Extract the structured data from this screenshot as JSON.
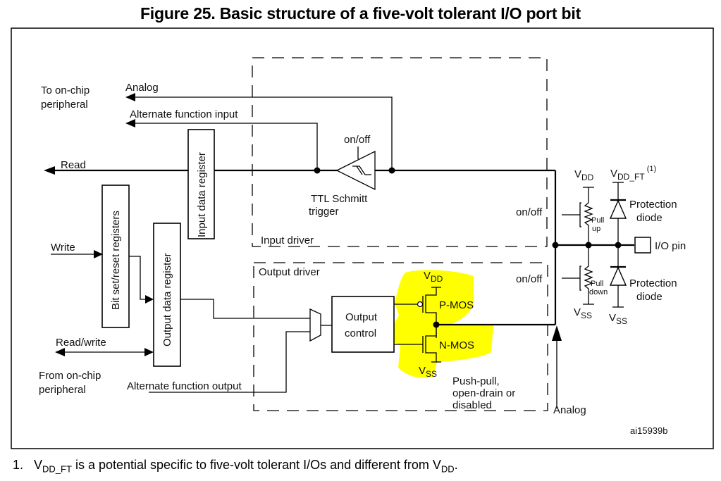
{
  "title": "Figure 25. Basic structure of a five-volt tolerant I/O port bit",
  "labels": {
    "to_on_chip_1": "To on-chip",
    "to_on_chip_2": "peripheral",
    "analog_in": "Analog",
    "alt_func_input": "Alternate function input",
    "read": "Read",
    "write": "Write",
    "read_write": "Read/write",
    "from_on_chip_1": "From on-chip",
    "from_on_chip_2": "peripheral",
    "alt_func_output": "Alternate function output",
    "input_data_register": "Input data register",
    "bit_set_reset": "Bit set/reset registers",
    "output_data_register": "Output data register",
    "on_off_schmitt": "on/off",
    "ttl_schmitt_1": "TTL Schmitt",
    "ttl_schmitt_2": "trigger",
    "input_driver": "Input driver",
    "output_driver": "Output driver",
    "output_control_1": "Output",
    "output_control_2": "control",
    "vdd": "V",
    "vdd_sub": "DD",
    "vss": "V",
    "vss_sub": "SS",
    "pmos": "P-MOS",
    "nmos": "N-MOS",
    "push_pull_1": "Push-pull,",
    "push_pull_2": "open-drain or",
    "push_pull_3": "disabled",
    "analog_out": "Analog",
    "on_off_pullup": "on/off",
    "on_off_pulldown": "on/off",
    "pull": "Pull",
    "up": "up",
    "down": "down",
    "vdd_ft_sub": "DD_FT",
    "footnote_ref": "(1)",
    "protection_1": "Protection",
    "protection_2": "diode",
    "io_pin": "I/O pin",
    "figure_id": "ai15939b"
  },
  "footnote": {
    "number": "1.",
    "v": "V",
    "sub": "DD_FT",
    "text": " is a potential specific to five-volt tolerant I/Os and different from V",
    "sub2": "DD",
    "end": "."
  },
  "colors": {
    "highlight": "#ffff00",
    "line": "#000000"
  }
}
